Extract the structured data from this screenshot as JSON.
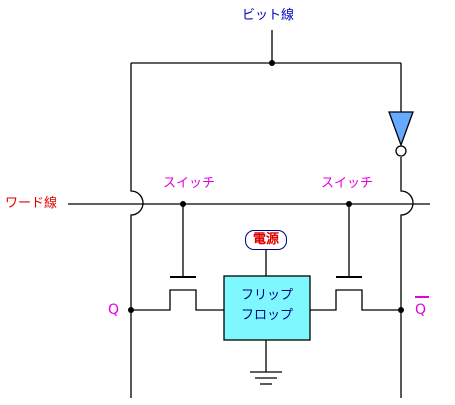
{
  "labels": {
    "bit_line": "ビット線",
    "word_line": "ワード線",
    "switch_left": "スイッチ",
    "switch_right": "スイッチ",
    "power": "電源",
    "flipflop_line1": "フリップ",
    "flipflop_line2": "フロップ",
    "q": "Q",
    "q_bar": "Q"
  },
  "colors": {
    "wire": "#000000",
    "flipflop_fill": "#7ff7ff",
    "inverter_fill": "#66aaff",
    "bit_line_text": "#0000c0",
    "word_line_text": "#e00000",
    "switch_text": "#e000e0"
  }
}
